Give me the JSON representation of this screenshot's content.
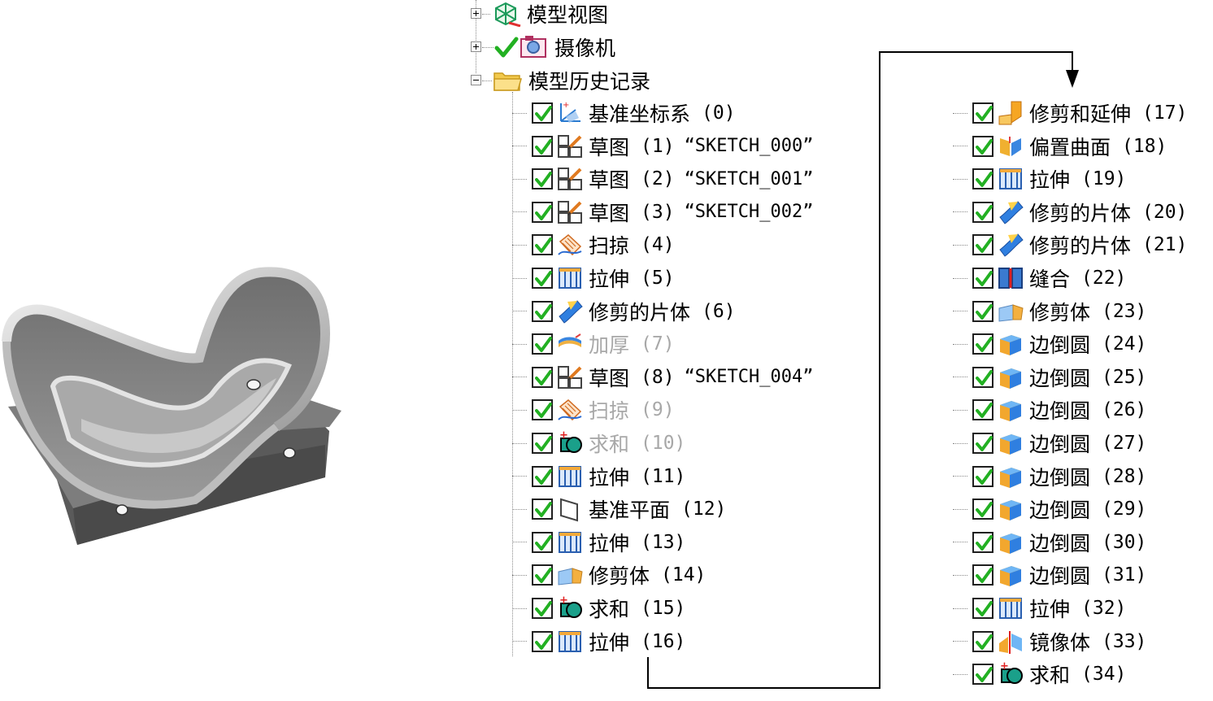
{
  "model_view": {
    "label": "模型视图"
  },
  "camera": {
    "label": "摄像机"
  },
  "history": {
    "label": "模型历史记录"
  },
  "features_left": [
    {
      "name": "基准坐标系",
      "num": "(0)",
      "icon": "datum-csys-icon",
      "suppressed": false
    },
    {
      "name": "草图",
      "num": "(1)",
      "sketch": "“SKETCH_000”",
      "icon": "sketch-icon",
      "suppressed": false
    },
    {
      "name": "草图",
      "num": "(2)",
      "sketch": "“SKETCH_001”",
      "icon": "sketch-icon",
      "suppressed": false
    },
    {
      "name": "草图",
      "num": "(3)",
      "sketch": "“SKETCH_002”",
      "icon": "sketch-icon",
      "suppressed": false
    },
    {
      "name": "扫掠",
      "num": "(4)",
      "icon": "sweep-icon",
      "suppressed": false
    },
    {
      "name": "拉伸",
      "num": "(5)",
      "icon": "extrude-icon",
      "suppressed": false
    },
    {
      "name": "修剪的片体",
      "num": "(6)",
      "icon": "trimmed-sheet-icon",
      "suppressed": false
    },
    {
      "name": "加厚",
      "num": "(7)",
      "icon": "thicken-icon",
      "suppressed": true
    },
    {
      "name": "草图",
      "num": "(8)",
      "sketch": "“SKETCH_004”",
      "icon": "sketch-icon",
      "suppressed": false
    },
    {
      "name": "扫掠",
      "num": "(9)",
      "icon": "sweep-icon",
      "suppressed": true
    },
    {
      "name": "求和",
      "num": "(10)",
      "icon": "unite-icon",
      "suppressed": true
    },
    {
      "name": "拉伸",
      "num": "(11)",
      "icon": "extrude-icon",
      "suppressed": false
    },
    {
      "name": "基准平面",
      "num": "(12)",
      "icon": "datum-plane-icon",
      "suppressed": false
    },
    {
      "name": "拉伸",
      "num": "(13)",
      "icon": "extrude-icon",
      "suppressed": false
    },
    {
      "name": "修剪体",
      "num": "(14)",
      "icon": "trim-body-icon",
      "suppressed": false
    },
    {
      "name": "求和",
      "num": "(15)",
      "icon": "unite-icon",
      "suppressed": false
    },
    {
      "name": "拉伸",
      "num": "(16)",
      "icon": "extrude-icon",
      "suppressed": false
    }
  ],
  "features_right": [
    {
      "name": "修剪和延伸",
      "num": "(17)",
      "icon": "trim-extend-icon",
      "suppressed": false
    },
    {
      "name": "偏置曲面",
      "num": "(18)",
      "icon": "offset-surface-icon",
      "suppressed": false
    },
    {
      "name": "拉伸",
      "num": "(19)",
      "icon": "extrude-icon",
      "suppressed": false
    },
    {
      "name": "修剪的片体",
      "num": "(20)",
      "icon": "trimmed-sheet-icon",
      "suppressed": false
    },
    {
      "name": "修剪的片体",
      "num": "(21)",
      "icon": "trimmed-sheet-icon",
      "suppressed": false
    },
    {
      "name": "缝合",
      "num": "(22)",
      "icon": "sew-icon",
      "suppressed": false
    },
    {
      "name": "修剪体",
      "num": "(23)",
      "icon": "trim-body-icon",
      "suppressed": false
    },
    {
      "name": "边倒圆",
      "num": "(24)",
      "icon": "edge-blend-icon",
      "suppressed": false
    },
    {
      "name": "边倒圆",
      "num": "(25)",
      "icon": "edge-blend-icon",
      "suppressed": false
    },
    {
      "name": "边倒圆",
      "num": "(26)",
      "icon": "edge-blend-icon",
      "suppressed": false
    },
    {
      "name": "边倒圆",
      "num": "(27)",
      "icon": "edge-blend-icon",
      "suppressed": false
    },
    {
      "name": "边倒圆",
      "num": "(28)",
      "icon": "edge-blend-icon",
      "suppressed": false
    },
    {
      "name": "边倒圆",
      "num": "(29)",
      "icon": "edge-blend-icon",
      "suppressed": false
    },
    {
      "name": "边倒圆",
      "num": "(30)",
      "icon": "edge-blend-icon",
      "suppressed": false
    },
    {
      "name": "边倒圆",
      "num": "(31)",
      "icon": "edge-blend-icon",
      "suppressed": false
    },
    {
      "name": "拉伸",
      "num": "(32)",
      "icon": "extrude-icon",
      "suppressed": false
    },
    {
      "name": "镜像体",
      "num": "(33)",
      "icon": "mirror-body-icon",
      "suppressed": false
    },
    {
      "name": "求和",
      "num": "(34)",
      "icon": "unite-icon",
      "suppressed": false
    }
  ],
  "colors": {
    "check": "#22b022",
    "dim_text": "#a8a8a8",
    "folder": "#f2c94c"
  }
}
